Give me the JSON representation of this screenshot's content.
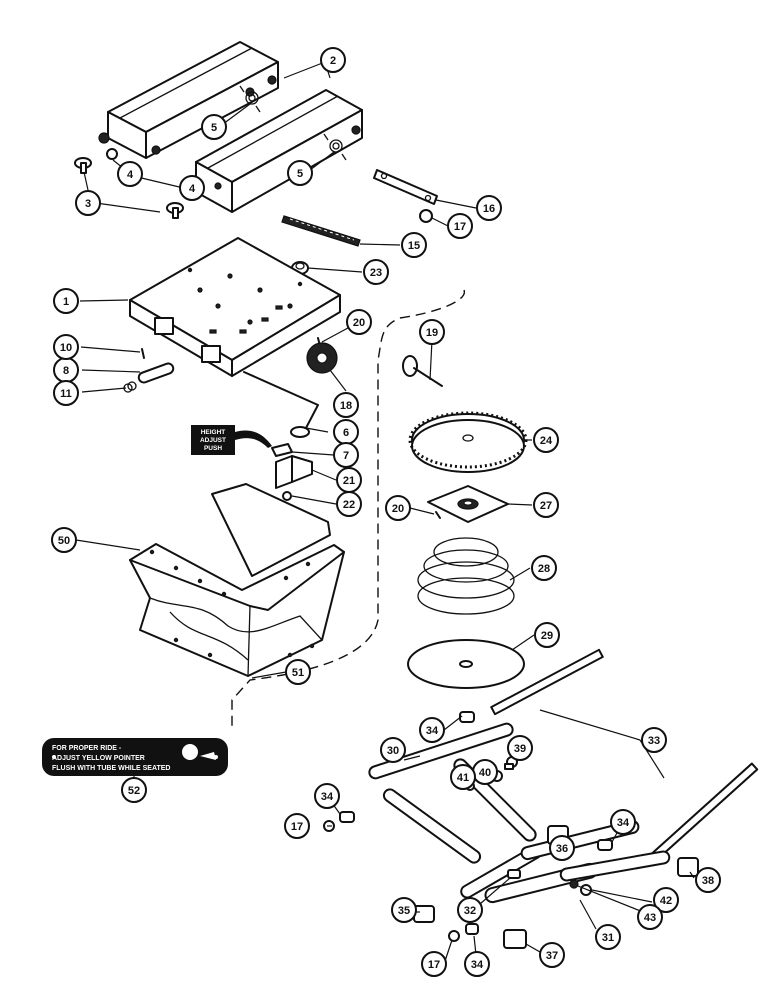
{
  "labels": {
    "height_adjust_lines": [
      "HEIGHT",
      "ADJUST",
      "PUSH"
    ],
    "ride_plate_lines": [
      "FOR PROPER RIDE -",
      "ADJUST YELLOW POINTER",
      "FLUSH WITH TUBE WHILE SEATED"
    ]
  },
  "callouts": [
    {
      "id": "c1",
      "num": "1"
    },
    {
      "id": "c2",
      "num": "2"
    },
    {
      "id": "c3",
      "num": "3"
    },
    {
      "id": "c4a",
      "num": "4"
    },
    {
      "id": "c4b",
      "num": "4"
    },
    {
      "id": "c5a",
      "num": "5"
    },
    {
      "id": "c5b",
      "num": "5"
    },
    {
      "id": "c6",
      "num": "6"
    },
    {
      "id": "c7",
      "num": "7"
    },
    {
      "id": "c8",
      "num": "8"
    },
    {
      "id": "c10",
      "num": "10"
    },
    {
      "id": "c11",
      "num": "11"
    },
    {
      "id": "c15",
      "num": "15"
    },
    {
      "id": "c16",
      "num": "16"
    },
    {
      "id": "c17a",
      "num": "17"
    },
    {
      "id": "c17b",
      "num": "17"
    },
    {
      "id": "c17c",
      "num": "17"
    },
    {
      "id": "c18",
      "num": "18"
    },
    {
      "id": "c19",
      "num": "19"
    },
    {
      "id": "c20a",
      "num": "20"
    },
    {
      "id": "c20b",
      "num": "20"
    },
    {
      "id": "c21",
      "num": "21"
    },
    {
      "id": "c22",
      "num": "22"
    },
    {
      "id": "c23",
      "num": "23"
    },
    {
      "id": "c24",
      "num": "24"
    },
    {
      "id": "c27",
      "num": "27"
    },
    {
      "id": "c28",
      "num": "28"
    },
    {
      "id": "c29",
      "num": "29"
    },
    {
      "id": "c30",
      "num": "30"
    },
    {
      "id": "c31",
      "num": "31"
    },
    {
      "id": "c32",
      "num": "32"
    },
    {
      "id": "c33",
      "num": "33"
    },
    {
      "id": "c34a",
      "num": "34"
    },
    {
      "id": "c34b",
      "num": "34"
    },
    {
      "id": "c34c",
      "num": "34"
    },
    {
      "id": "c34d",
      "num": "34"
    },
    {
      "id": "c35",
      "num": "35"
    },
    {
      "id": "c36",
      "num": "36"
    },
    {
      "id": "c37",
      "num": "37"
    },
    {
      "id": "c38",
      "num": "38"
    },
    {
      "id": "c39",
      "num": "39"
    },
    {
      "id": "c40",
      "num": "40"
    },
    {
      "id": "c41",
      "num": "41"
    },
    {
      "id": "c42",
      "num": "42"
    },
    {
      "id": "c43",
      "num": "43"
    },
    {
      "id": "c50",
      "num": "50"
    },
    {
      "id": "c51",
      "num": "51"
    },
    {
      "id": "c52",
      "num": "52"
    }
  ]
}
